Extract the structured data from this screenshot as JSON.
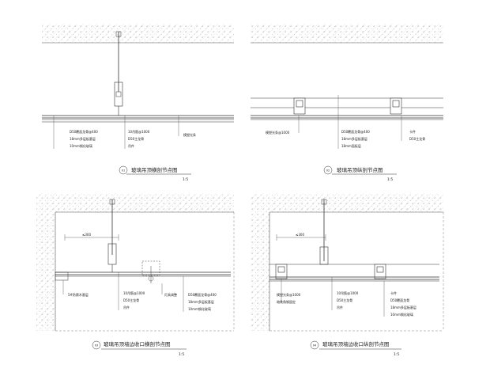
{
  "panels": [
    {
      "number": "01",
      "title": "玻璃吊顶横剖节点图",
      "scale": "1:5",
      "labels_left": [
        "D50覆面龙骨@400",
        "18mm多层板基层",
        "10mm钢化玻璃"
      ],
      "labels_mid": [
        "10吊筋@1000",
        "D50主龙骨",
        "吊件"
      ],
      "labels_right": [
        "模塑光条"
      ]
    },
    {
      "number": "02",
      "title": "玻璃吊顶纵剖节点图",
      "scale": "1:5",
      "labels_left": [
        "模塑光条@1000"
      ],
      "labels_mid": [
        "D50覆面龙骨@400",
        "18mm多层板基层",
        "18mm面板层"
      ],
      "labels_right": [
        "卡件",
        "D50主龙骨"
      ]
    },
    {
      "number": "03",
      "title": "玻璃吊顶墙边收口横剖节点图",
      "scale": "1:5",
      "dimension": "≤300",
      "labels_left": [
        "5#防腐木基层"
      ],
      "labels_mid": [
        "10吊筋@1000",
        "D50主龙骨",
        "吊件"
      ],
      "labels_mid2": [
        "灯具调整"
      ],
      "labels_right": [
        "D50覆面龙骨@400",
        "18mm多层板基层",
        "10mm钢化玻璃"
      ]
    },
    {
      "number": "04",
      "title": "玻璃吊顶墙边收口纵剖节点图",
      "scale": "1:5",
      "dimension": "≤300",
      "labels_left": [
        "模塑光条@1000",
        "暗装角钢固定"
      ],
      "labels_mid": [
        "10吊筋@1000",
        "D50主龙骨",
        "吊件"
      ],
      "labels_right": [
        "卡件",
        "D50覆面龙骨",
        "18mm多层板基层",
        "10mm钢化玻璃"
      ]
    }
  ]
}
